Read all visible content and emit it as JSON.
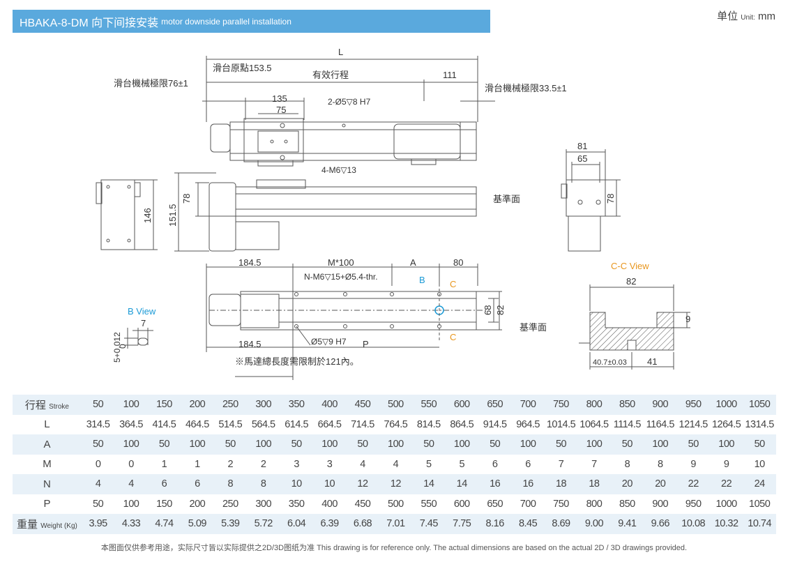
{
  "header": {
    "title": "HBAKA-8-DM 向下间接安装",
    "subtitle": "motor downside parallel installation",
    "unit_label": "单位",
    "unit_sub": "Unit:",
    "unit_value": "mm"
  },
  "drawing": {
    "top": {
      "L": "L",
      "origin": "滑台原點153.5",
      "stroke": "有效行程",
      "d111": "111",
      "mech_left": "滑台機械極限76±1",
      "mech_right": "滑台機械極限33.5±1",
      "d135": "135",
      "d75": "75",
      "hole1": "2-Ø5▽8 H7",
      "hole2": "4-M6▽13"
    },
    "side": {
      "d78": "78",
      "d151": "151.5",
      "d146": "146",
      "datum": "基準面"
    },
    "end": {
      "d81": "81",
      "d65": "65",
      "d78": "78"
    },
    "bottom": {
      "d1845a": "184.5",
      "m100": "M*100",
      "A": "A",
      "d80": "80",
      "holes": "N-M6▽15+Ø5.4-thr.",
      "B": "B",
      "C1": "C",
      "C2": "C",
      "d68": "68",
      "d82": "82",
      "datum": "基準面",
      "d1845b": "184.5",
      "pin": "Ø5▽9 H7",
      "P": "P",
      "note": "※馬達總長度需限制於121內。"
    },
    "bview": {
      "title": "B View",
      "d7": "7",
      "tol": "5+0.012",
      "tol0": "0"
    },
    "ccview": {
      "title": "C-C View",
      "d82": "82",
      "d9": "9",
      "d407": "40.7±0.03",
      "d41": "41"
    }
  },
  "table": {
    "rows": [
      {
        "label": "行程",
        "label_sub": "Stroke",
        "values": [
          "50",
          "100",
          "150",
          "200",
          "250",
          "300",
          "350",
          "400",
          "450",
          "500",
          "550",
          "600",
          "650",
          "700",
          "750",
          "800",
          "850",
          "900",
          "950",
          "1000",
          "1050"
        ]
      },
      {
        "label": "L",
        "label_sub": "",
        "values": [
          "314.5",
          "364.5",
          "414.5",
          "464.5",
          "514.5",
          "564.5",
          "614.5",
          "664.5",
          "714.5",
          "764.5",
          "814.5",
          "864.5",
          "914.5",
          "964.5",
          "1014.5",
          "1064.5",
          "1114.5",
          "1164.5",
          "1214.5",
          "1264.5",
          "1314.5"
        ]
      },
      {
        "label": "A",
        "label_sub": "",
        "values": [
          "50",
          "100",
          "50",
          "100",
          "50",
          "100",
          "50",
          "100",
          "50",
          "100",
          "50",
          "100",
          "50",
          "100",
          "50",
          "100",
          "50",
          "100",
          "50",
          "100",
          "50"
        ]
      },
      {
        "label": "M",
        "label_sub": "",
        "values": [
          "0",
          "0",
          "1",
          "1",
          "2",
          "2",
          "3",
          "3",
          "4",
          "4",
          "5",
          "5",
          "6",
          "6",
          "7",
          "7",
          "8",
          "8",
          "9",
          "9",
          "10"
        ]
      },
      {
        "label": "N",
        "label_sub": "",
        "values": [
          "4",
          "4",
          "6",
          "6",
          "8",
          "8",
          "10",
          "10",
          "12",
          "12",
          "14",
          "14",
          "16",
          "16",
          "18",
          "18",
          "20",
          "20",
          "22",
          "22",
          "24"
        ]
      },
      {
        "label": "P",
        "label_sub": "",
        "values": [
          "50",
          "100",
          "150",
          "200",
          "250",
          "300",
          "350",
          "400",
          "450",
          "500",
          "550",
          "600",
          "650",
          "700",
          "750",
          "800",
          "850",
          "900",
          "950",
          "1000",
          "1050"
        ]
      },
      {
        "label": "重量",
        "label_sub": "Weight (Kg)",
        "values": [
          "3.95",
          "4.33",
          "4.74",
          "5.09",
          "5.39",
          "5.72",
          "6.04",
          "6.39",
          "6.68",
          "7.01",
          "7.45",
          "7.75",
          "8.16",
          "8.45",
          "8.69",
          "9.00",
          "9.41",
          "9.66",
          "10.08",
          "10.32",
          "10.74"
        ]
      }
    ]
  },
  "footnote": "本图面仅供参考用途，实际尺寸皆以实际提供之2D/3D图纸为准 This drawing is for reference only. The actual dimensions are based on the actual 2D / 3D drawings provided."
}
